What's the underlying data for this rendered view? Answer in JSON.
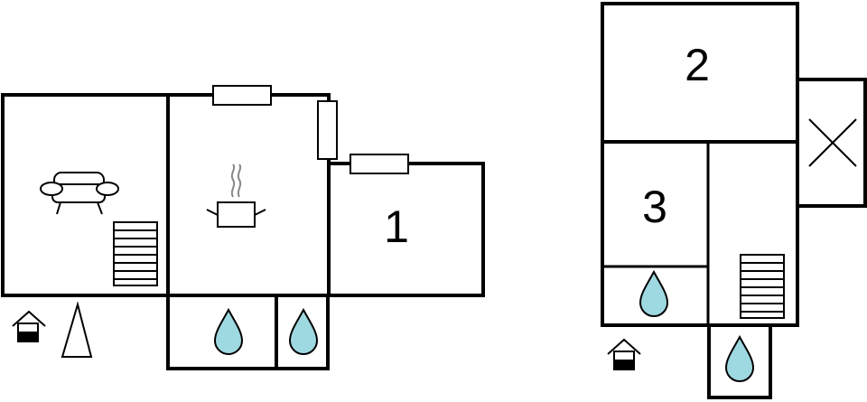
{
  "floor_plan": {
    "ground_floor": {
      "rooms": [
        {
          "kind": "living-room",
          "icon": "sofa-icon"
        },
        {
          "kind": "kitchen",
          "icon": "cooking-pot-icon"
        },
        {
          "kind": "bedroom",
          "label": "1"
        },
        {
          "kind": "bathroom",
          "icon": "water-drop-icon"
        },
        {
          "kind": "toilet",
          "icon": "water-drop-icon"
        }
      ],
      "symbols": [
        "staircase-icon",
        "entrance-icon",
        "fireplace-icon"
      ]
    },
    "upper_floor": {
      "rooms": [
        {
          "kind": "bedroom",
          "label": "2"
        },
        {
          "kind": "bedroom",
          "label": "3"
        },
        {
          "kind": "shower",
          "icon": "water-drop-icon"
        },
        {
          "kind": "bathroom",
          "icon": "water-drop-icon"
        },
        {
          "kind": "balcony",
          "icon": "cross-icon"
        }
      ],
      "symbols": [
        "staircase-icon",
        "entrance-icon"
      ]
    },
    "colors": {
      "wall": "#000000",
      "water": "#9ed8e0",
      "background": "#ffffff"
    }
  }
}
